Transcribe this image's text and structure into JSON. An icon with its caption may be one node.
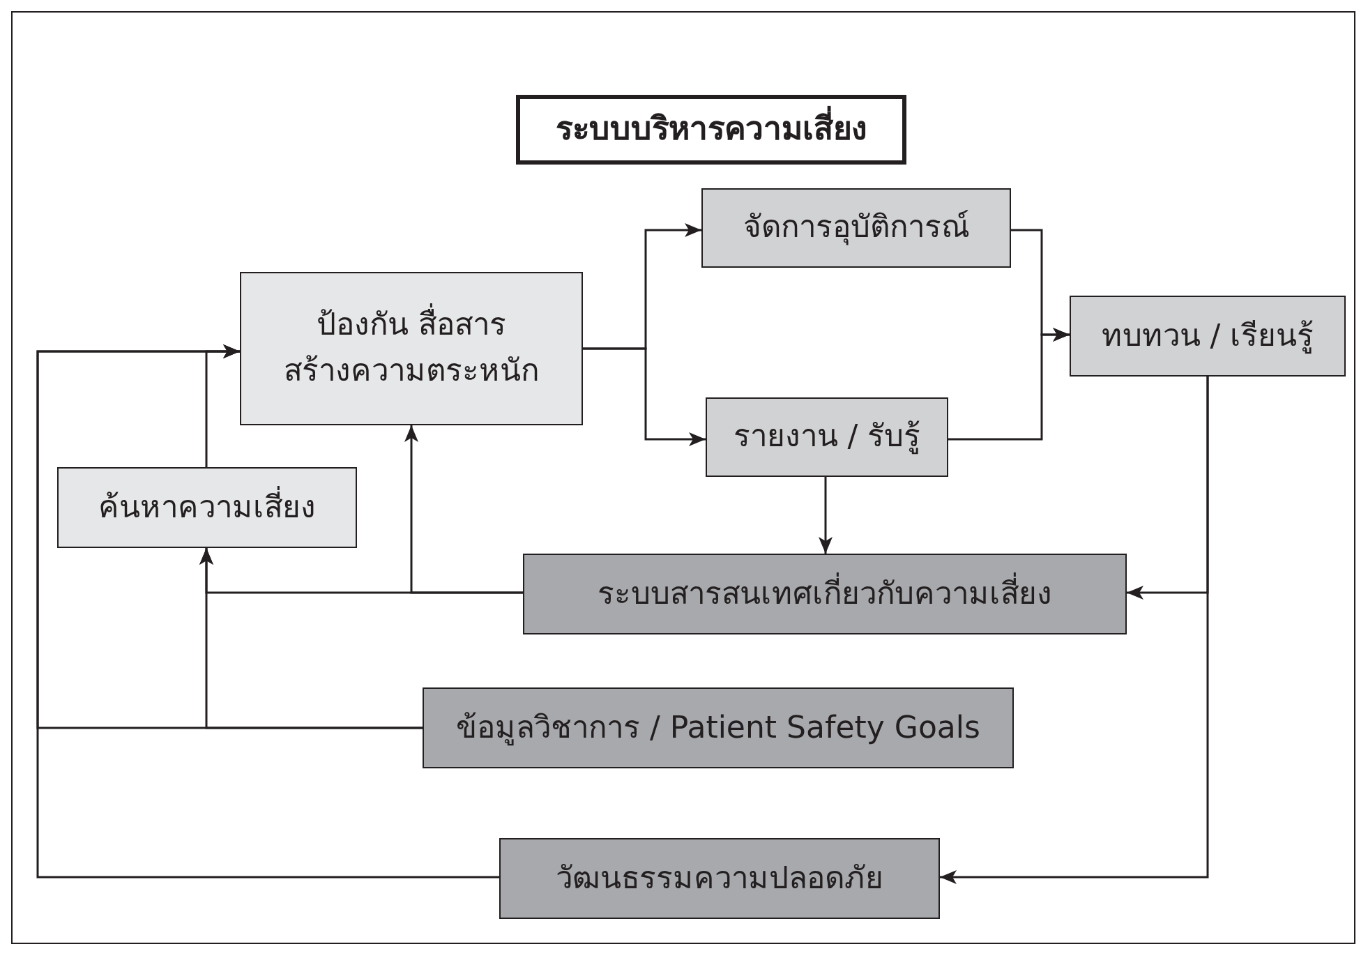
{
  "diagram": {
    "nodes": [
      {
        "text": [
          "ระบบบริหารความเสี่ยง"
        ]
      },
      {
        "text": [
          "ป้องกัน สื่อสาร สร้างความตระหนัก"
        ]
      },
      {
        "text": [
          "จัดการอุบัติการณ์"
        ]
      },
      {
        "text": [
          "รายงาน / รับรู้"
        ]
      },
      {
        "text": [
          "ทบทวน / เรียนรู้"
        ]
      },
      {
        "text": [
          "ค้นหาความเสี่ยง"
        ]
      },
      {
        "text": [
          "ระบบสารสนเทศเกี่ยวกับความเสี่ยง"
        ]
      },
      {
        "text": [
          "ข้อมูลวิชาการ / Patient Safety Goals"
        ]
      },
      {
        "text": [
          "วัฒนธรรมความปลอดภัย"
        ]
      }
    ],
    "edges": [
      {
        "from": 1,
        "to": 2,
        "arrow": "to"
      },
      {
        "from": 1,
        "to": 3,
        "arrow": "to"
      },
      {
        "from": 2,
        "to": 4,
        "arrow": "to"
      },
      {
        "from": 3,
        "to": 4,
        "arrow": "to"
      },
      {
        "from": 3,
        "to": 6,
        "arrow": "to"
      },
      {
        "from": 4,
        "to": 6,
        "arrow": "to"
      },
      {
        "from": 4,
        "to": 8,
        "arrow": "to"
      },
      {
        "from": 6,
        "to": 5,
        "arrow": "to"
      },
      {
        "from": 6,
        "to": 1,
        "arrow": "to"
      },
      {
        "from": 7,
        "to": 5,
        "arrow": "to"
      },
      {
        "from": 7,
        "to": 1,
        "arrow": "to"
      },
      {
        "from": 8,
        "to": 1,
        "arrow": "to"
      },
      {
        "from": 5,
        "to": 1,
        "arrow": "to"
      }
    ]
  }
}
